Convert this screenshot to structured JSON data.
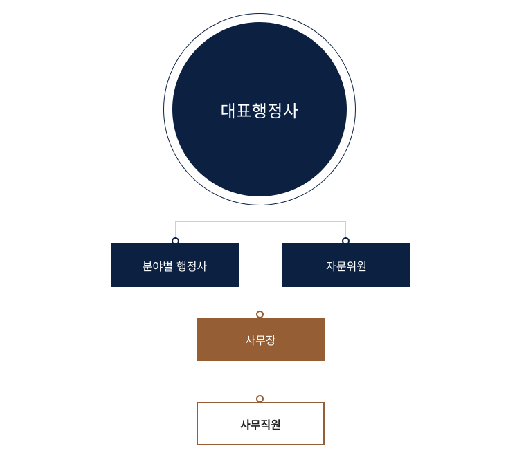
{
  "org_chart": {
    "top": {
      "label": "대표행정사"
    },
    "branches": [
      {
        "label": "분야별 행정사"
      },
      {
        "label": "자문위원"
      }
    ],
    "manager": {
      "label": "사무장"
    },
    "staff": {
      "label": "사무직원"
    }
  },
  "colors": {
    "navy": "#0c2142",
    "brown": "#955e35",
    "connector": "#cfcfcf"
  }
}
